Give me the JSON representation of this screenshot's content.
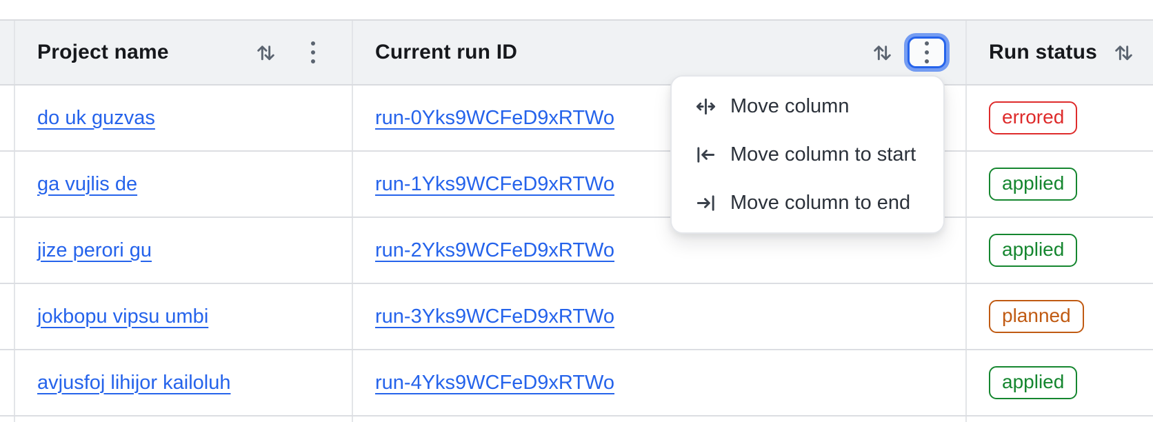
{
  "table": {
    "columns": [
      {
        "label": "Project name"
      },
      {
        "label": "Current run ID"
      },
      {
        "label": "Run status"
      }
    ],
    "rows": [
      {
        "project": "do uk guzvas",
        "run_id": "run-0Yks9WCFeD9xRTWo",
        "status": "errored"
      },
      {
        "project": "ga vujlis de",
        "run_id": "run-1Yks9WCFeD9xRTWo",
        "status": "applied"
      },
      {
        "project": "jize perori gu",
        "run_id": "run-2Yks9WCFeD9xRTWo",
        "status": "applied"
      },
      {
        "project": "jokbopu vipsu umbi",
        "run_id": "run-3Yks9WCFeD9xRTWo",
        "status": "planned"
      },
      {
        "project": "avjusfoj lihijor kailoluh",
        "run_id": "run-4Yks9WCFeD9xRTWo",
        "status": "applied"
      }
    ]
  },
  "column_menu": {
    "items": [
      {
        "label": "Move column",
        "icon": "move-column-icon"
      },
      {
        "label": "Move column to start",
        "icon": "move-column-to-start-icon"
      },
      {
        "label": "Move column to end",
        "icon": "move-column-to-end-icon"
      }
    ]
  },
  "colors": {
    "link": "#2563eb",
    "focus_ring": "#2563eb",
    "header_bg": "#f0f2f4",
    "status": {
      "errored": "#de2b2b",
      "applied": "#15862f",
      "planned": "#c05a12"
    }
  }
}
